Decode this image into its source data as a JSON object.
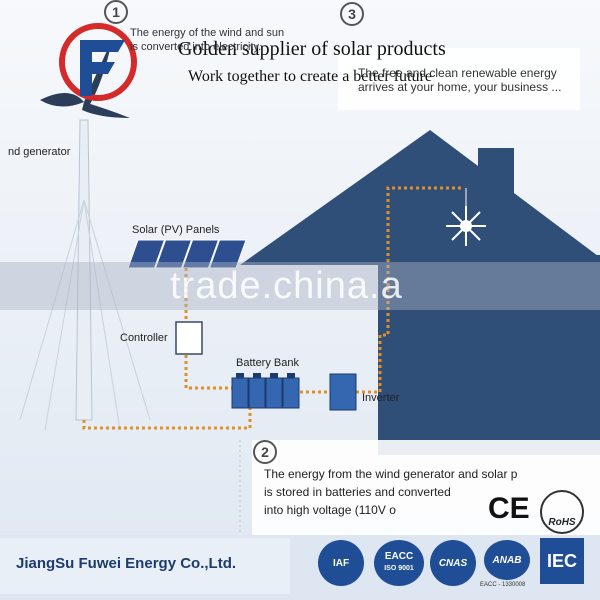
{
  "overlay": {
    "title": "Golden supplier of solar products",
    "subtitle": "Work together to create a better future"
  },
  "notes": {
    "step1": {
      "num": "1",
      "line1": "The energy of the wind and sun",
      "line2": "is converted into electricity."
    },
    "step2": {
      "num": "2",
      "line1": "The energy from the wind generator and solar p",
      "line2": "is stored in batteries and converted",
      "line3": "into high voltage (110V o"
    },
    "step3": {
      "num": "3",
      "line1": "The free and clean renewable energy",
      "line2": "arrives at your home, your business ..."
    }
  },
  "labels": {
    "wind_generator": "nd generator",
    "solar_panels": "Solar (PV) Panels",
    "controller": "Controller",
    "battery_bank": "Battery Bank",
    "inverter": "Inverter"
  },
  "watermark": "trade.china.a",
  "company": "JiangSu Fuwei Energy Co.,Ltd.",
  "certifications": {
    "ce": "CE",
    "rohs": "RoHS",
    "iaf": "IAF",
    "eacc": "EACC",
    "eacc_sub": "ISO 9001",
    "cnas": "CNAS",
    "anab": "ANAB",
    "anab_sub": "EACC - 1330008",
    "iec": "IEC"
  },
  "colors": {
    "house": "#2f4e78",
    "wire": "#e0902a",
    "panel": "#2d4f8f",
    "battery": "#3566b0",
    "brand_red": "#d42a2a",
    "brand_blue": "#1f4e96"
  }
}
